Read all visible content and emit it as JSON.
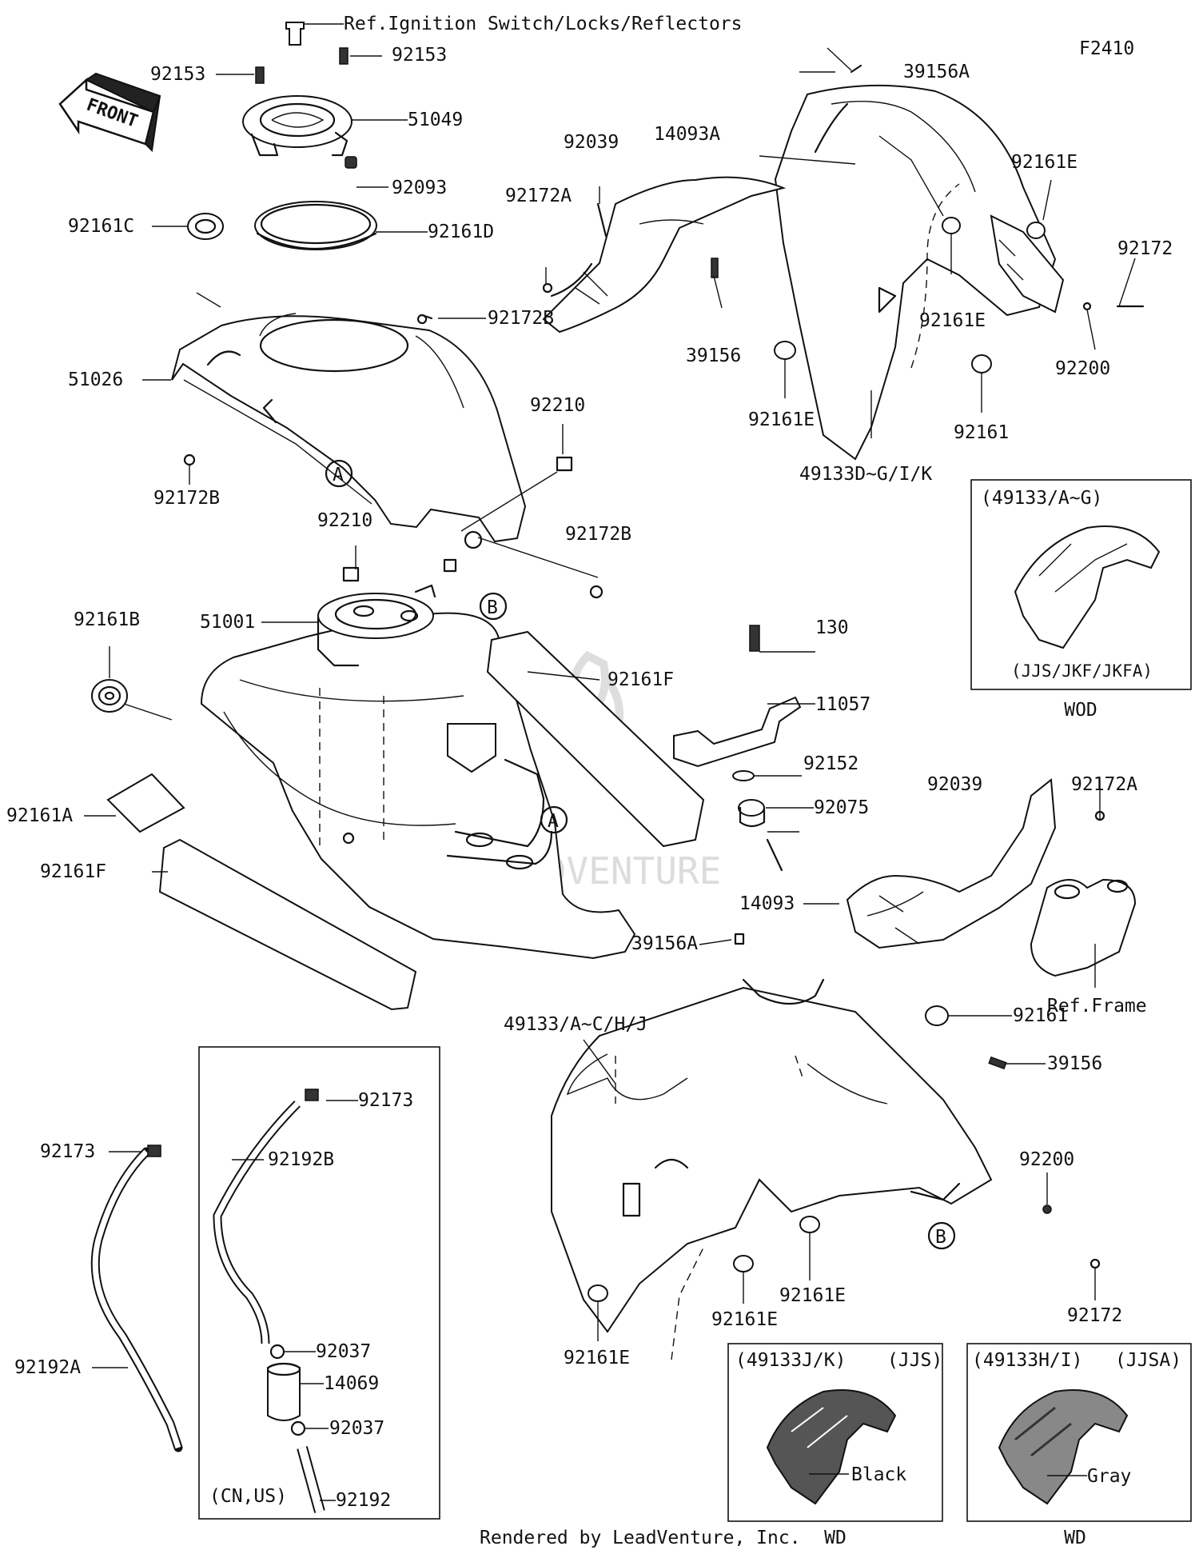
{
  "figure_id": "F2410",
  "footer": "Rendered by LeadVenture, Inc.",
  "watermark": "LEADVENTURE",
  "front_arrow": "FRONT",
  "callouts": {
    "ref_ignition": "Ref.Ignition Switch/Locks/Reflectors",
    "p92153a": "92153",
    "p92153b": "92153",
    "p51049": "51049",
    "p92093": "92093",
    "p92161c": "92161C",
    "p92161d": "92161D",
    "p92172b_1": "92172B",
    "p51026": "51026",
    "p92172b_2": "92172B",
    "p92210_1": "92210",
    "p92210_2": "92210",
    "p92172b_3": "92172B",
    "p51001": "51001",
    "p92161b": "92161B",
    "p92161f_1": "92161F",
    "p92161a": "92161A",
    "p92161f_2": "92161F",
    "p92173_1": "92173",
    "p92192b": "92192B",
    "p92173_2": "92173",
    "p92192a": "92192A",
    "p92037_1": "92037",
    "p14069": "14069",
    "p92037_2": "92037",
    "p92192": "92192",
    "p39156a_1": "39156A",
    "p92039_1": "92039",
    "p14093a": "14093A",
    "p92172a_1": "92172A",
    "p92161e_1": "92161E",
    "p92172_1": "92172",
    "p39156_1": "39156",
    "p92161e_2": "92161E",
    "p92200_1": "92200",
    "p92161e_3": "92161E",
    "p92161_1": "92161",
    "p49133d": "49133D~G/I/K",
    "p130": "130",
    "p11057": "11057",
    "p92152": "92152",
    "p92075": "92075",
    "p92039_2": "92039",
    "p92172a_2": "92172A",
    "p14093": "14093",
    "p39156a_2": "39156A",
    "ref_frame": "Ref.Frame",
    "p49133a": "49133/A~C/H/J",
    "p92161_2": "92161",
    "p39156_2": "39156",
    "p92200_2": "92200",
    "p92161e_4": "92161E",
    "p92161e_5": "92161E",
    "p92161e_6": "92161E",
    "p92172_2": "92172",
    "marker_a": "A",
    "marker_b": "B"
  },
  "inset_hose": {
    "note": "(CN,US)"
  },
  "inset_wod": {
    "title": "(49133/A~G)",
    "models": "(JJS/JKF/JKFA)",
    "caption": "WOD"
  },
  "inset_black": {
    "title": "(49133J/K)",
    "model": "(JJS)",
    "color": "Black",
    "caption": "WD"
  },
  "inset_gray": {
    "title": "(49133H/I)",
    "model": "(JJSA)",
    "color": "Gray",
    "caption": "WD"
  }
}
